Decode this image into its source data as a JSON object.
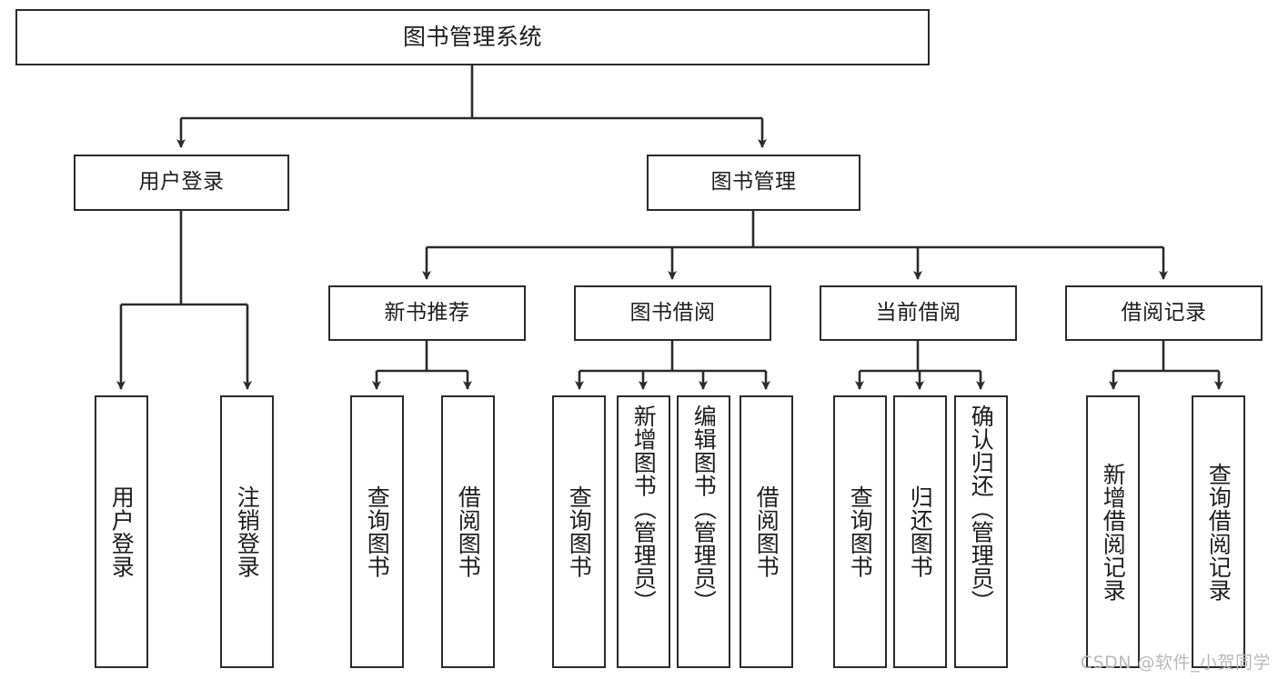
{
  "diagram": {
    "title": "图书管理系统",
    "type": "function-structure-tree",
    "line_color": "#2b2b2b",
    "box_fill": "#ffffff",
    "text_color": "#1d1d1d",
    "watermark": "CSDN @软件_小贺同学",
    "levels": [
      {
        "level": 1,
        "nodes": [
          {
            "id": "root",
            "label": "图书管理系统"
          }
        ]
      },
      {
        "level": 2,
        "nodes": [
          {
            "id": "login",
            "label": "用户登录"
          },
          {
            "id": "bookmgmt",
            "label": "图书管理"
          }
        ]
      },
      {
        "level": 3,
        "nodes": [
          {
            "id": "newbook",
            "label": "新书推荐",
            "parent": "bookmgmt"
          },
          {
            "id": "borrow",
            "label": "图书借阅",
            "parent": "bookmgmt"
          },
          {
            "id": "current",
            "label": "当前借阅",
            "parent": "bookmgmt"
          },
          {
            "id": "record",
            "label": "借阅记录",
            "parent": "bookmgmt"
          }
        ]
      },
      {
        "level": 4,
        "nodes": [
          {
            "id": "leaf1",
            "label": "用户登录",
            "parent": "login"
          },
          {
            "id": "leaf2",
            "label": "注销登录",
            "parent": "login"
          },
          {
            "id": "leaf3",
            "label": "查询图书",
            "parent": "newbook"
          },
          {
            "id": "leaf4",
            "label": "借阅图书",
            "parent": "newbook"
          },
          {
            "id": "leaf5",
            "label": "查询图书",
            "parent": "borrow"
          },
          {
            "id": "leaf6",
            "label": "新增图书（管理员）",
            "parent": "borrow"
          },
          {
            "id": "leaf7",
            "label": "编辑图书（管理员）",
            "parent": "borrow"
          },
          {
            "id": "leaf8",
            "label": "借阅图书",
            "parent": "borrow"
          },
          {
            "id": "leaf9",
            "label": "查询图书",
            "parent": "current"
          },
          {
            "id": "leaf10",
            "label": "归还图书",
            "parent": "current"
          },
          {
            "id": "leaf11",
            "label": "确认归还（管理员）",
            "parent": "current"
          },
          {
            "id": "leaf12",
            "label": "新增借阅记录",
            "parent": "record"
          },
          {
            "id": "leaf13",
            "label": "查询借阅记录",
            "parent": "record"
          }
        ]
      }
    ]
  }
}
